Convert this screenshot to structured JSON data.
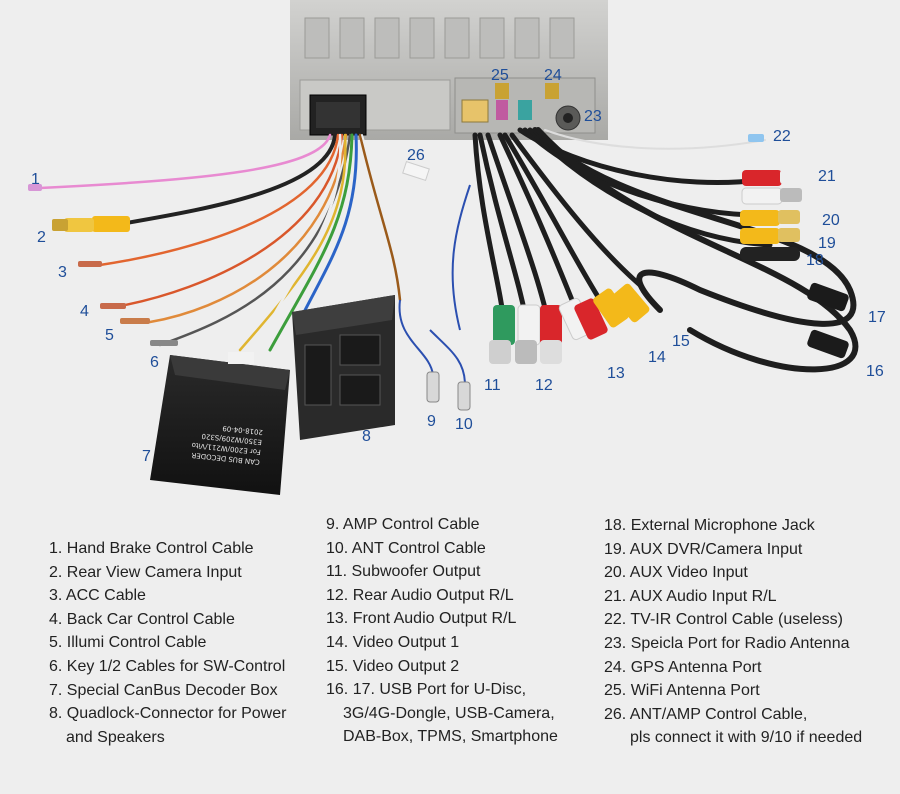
{
  "callouts": {
    "n1": "1",
    "n2": "2",
    "n3": "3",
    "n4": "4",
    "n5": "5",
    "n6": "6",
    "n7": "7",
    "n8": "8",
    "n9": "9",
    "n10": "10",
    "n11": "11",
    "n12": "12",
    "n13": "13",
    "n14": "14",
    "n15": "15",
    "n16": "16",
    "n17": "17",
    "n18": "18",
    "n19": "19",
    "n20": "20",
    "n21": "21",
    "n22": "22",
    "n23": "23",
    "n24": "24",
    "n25": "25",
    "n26": "26"
  },
  "decoder_box_label": {
    "line1": "CAN BUS DECODER",
    "line2": "For E200/W211/Vito",
    "line3": "E350/W209/S320",
    "line4": "2018-04-09"
  },
  "legend": {
    "col1": [
      "1. Hand Brake Control Cable",
      "2. Rear View Camera Input",
      "3. ACC Cable",
      "4. Back Car Control Cable",
      "5. Illumi Control Cable",
      "6. Key 1/2 Cables for SW-Control",
      "7. Special CanBus Decoder Box",
      "8. Quadlock-Connector for Power",
      "and Speakers"
    ],
    "col2": [
      "9. AMP Control Cable",
      "10. ANT Control Cable",
      "11. Subwoofer Output",
      "12. Rear Audio Output R/L",
      "13. Front Audio Output R/L",
      "14. Video Output 1",
      "15. Video Output 2",
      "16. 17. USB Port for U-Disc,",
      "3G/4G-Dongle, USB-Camera,",
      "DAB-Box, TPMS, Smartphone"
    ],
    "col3": [
      "18. External Microphone Jack",
      "19. AUX DVR/Camera Input",
      "20. AUX Video Input",
      "21. AUX Audio Input R/L",
      "22. TV-IR Control Cable (useless)",
      "23. Speicla Port for Radio Antenna",
      "24. GPS Antenna Port",
      "25. WiFi Antenna Port",
      "26. ANT/AMP Control Cable,",
      "pls connect it with 9/10 if needed"
    ]
  },
  "colors": {
    "callout": "#1f4e99",
    "rca_red": "#d9262b",
    "rca_white": "#f2f2f2",
    "rca_yellow": "#f3b91a",
    "rca_green": "#2f9a5e",
    "wire_pink": "#e88ad1",
    "box_dark": "#1b1b1b"
  }
}
